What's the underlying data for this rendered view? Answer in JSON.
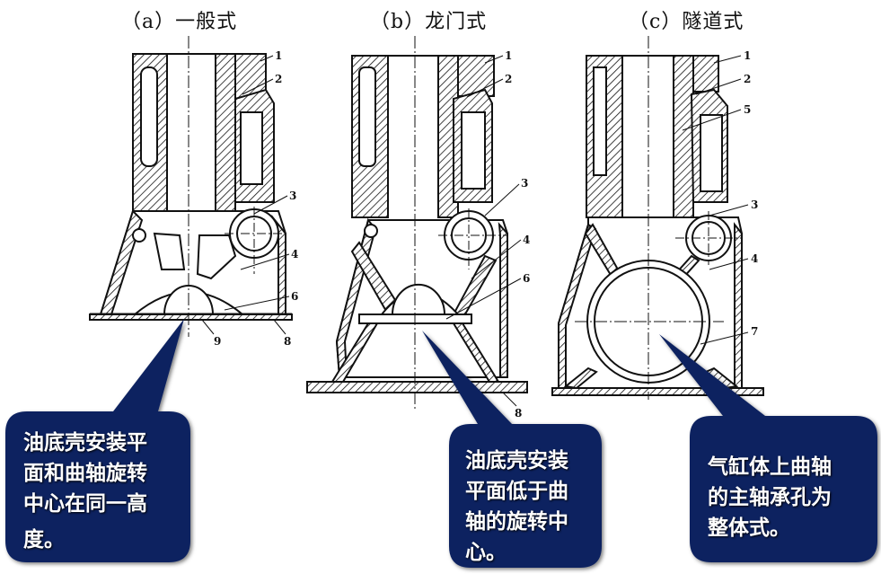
{
  "diagrams": [
    {
      "id": "a",
      "title": "（a）一般式",
      "part_labels": [
        "1",
        "2",
        "3",
        "4",
        "6",
        "8",
        "9"
      ]
    },
    {
      "id": "b",
      "title": "（b）龙门式",
      "part_labels": [
        "1",
        "2",
        "3",
        "4",
        "6",
        "8"
      ]
    },
    {
      "id": "c",
      "title": "（c）隧道式",
      "part_labels": [
        "1",
        "2",
        "5",
        "3",
        "4",
        "7"
      ]
    }
  ],
  "callouts": [
    {
      "target": "a",
      "lines": [
        "油底壳安装平",
        "面和曲轴旋转",
        "中心在同一高",
        "度。"
      ]
    },
    {
      "target": "b",
      "lines": [
        "油底壳安装",
        "平面低于曲",
        "轴的旋转中",
        "心。"
      ]
    },
    {
      "target": "c",
      "lines": [
        "气缸体上曲轴",
        "的主轴承孔为",
        "整体式。"
      ]
    }
  ],
  "colors": {
    "callout_fill": "#0b2260",
    "callout_text": "#ffffff",
    "line": "#111111"
  }
}
